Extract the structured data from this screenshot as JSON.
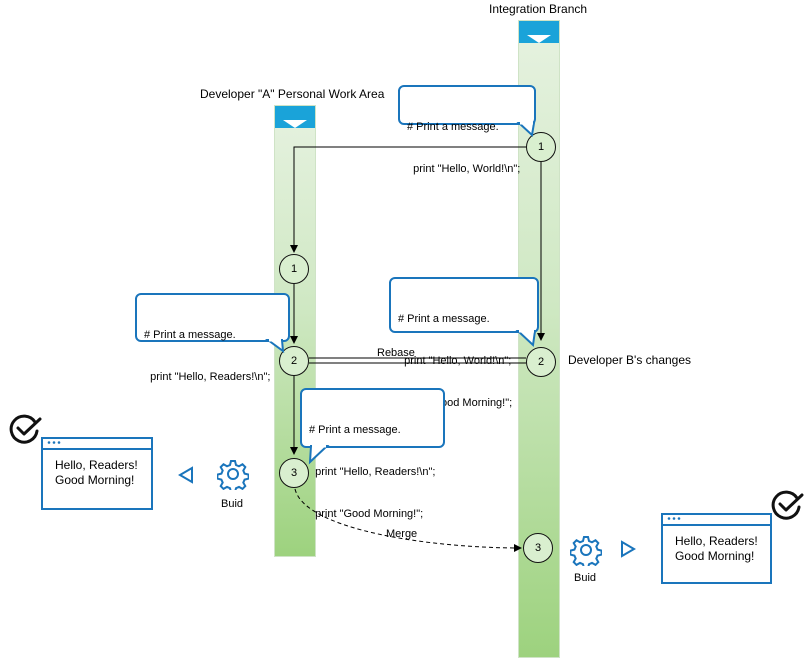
{
  "lanes": {
    "integration": {
      "title": "Integration Branch"
    },
    "developer_a": {
      "title": "Developer \"A\" Personal Work Area"
    }
  },
  "nodes": {
    "int_1": "1",
    "int_2": "2",
    "int_3": "3",
    "dev_1": "1",
    "dev_2": "2",
    "dev_3": "3"
  },
  "bubbles": {
    "int_1": {
      "lines": [
        "# Print a message.",
        "  print \"Hello, World!\\n\";"
      ]
    },
    "int_2": {
      "lines": [
        "# Print a message.",
        "  print \"Hello, World!\\n\";",
        "  print \"Good Morning!\";"
      ]
    },
    "dev_2": {
      "lines": [
        "# Print a message.",
        "  print \"Hello, Readers!\\n\";"
      ]
    },
    "dev_3": {
      "lines": [
        "# Print a message.",
        "  print \"Hello, Readers!\\n\";",
        "  print \"Good Morning!\";"
      ]
    }
  },
  "edges": {
    "rebase_label": "Rebase",
    "merge_label": "Merge"
  },
  "annotations": {
    "developer_b": "Developer B's changes"
  },
  "builds": {
    "left": {
      "label": "Buid",
      "output": [
        "Hello, Readers!",
        "Good Morning!"
      ]
    },
    "right": {
      "label": "Buid",
      "output": [
        "Hello, Readers!",
        "Good Morning!"
      ]
    }
  },
  "colors": {
    "accent": "#1a75bc",
    "lane_green": "#9dd27e",
    "node_fill": "#d9efcf"
  }
}
